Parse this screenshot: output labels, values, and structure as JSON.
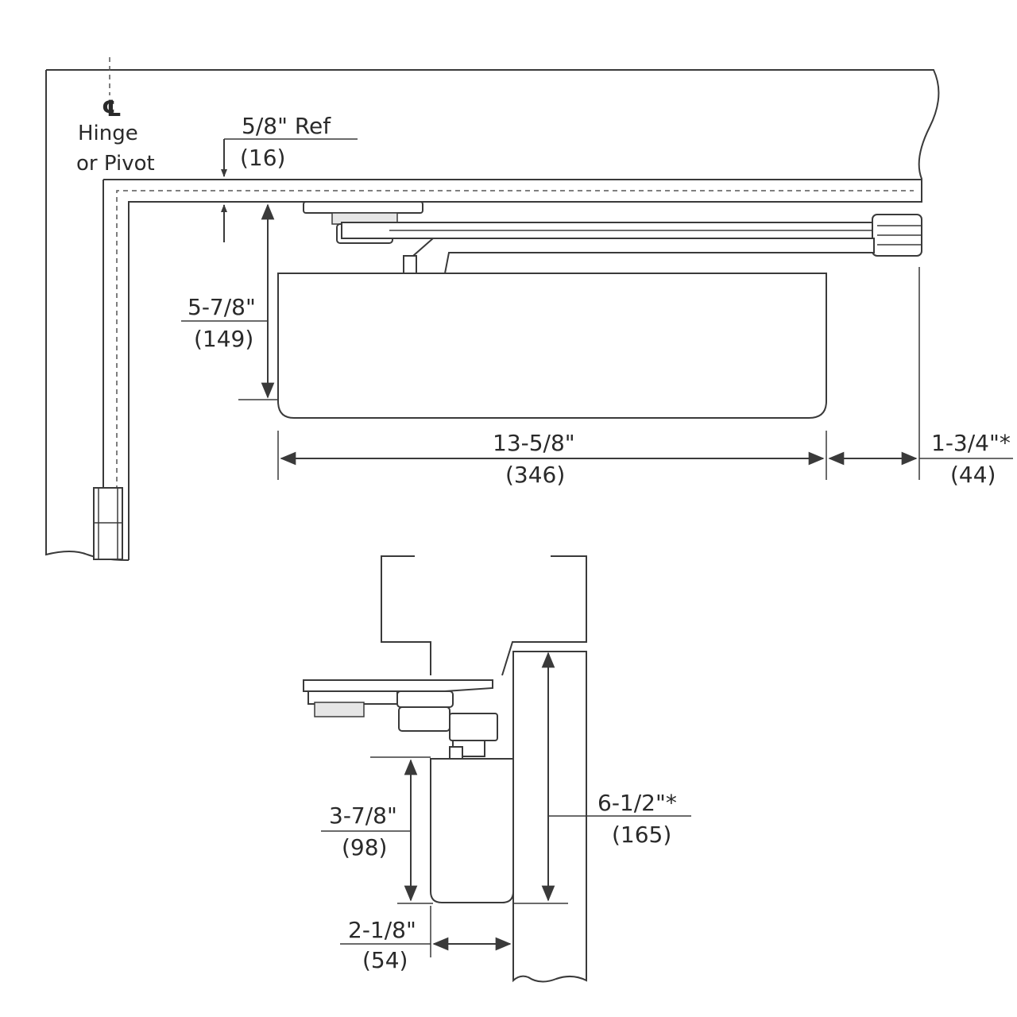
{
  "top_view": {
    "centerline_symbol": "℄",
    "hinge_label_line1": "Hinge",
    "hinge_label_line2": "or Pivot",
    "dims": {
      "ref_imperial": "5/8\"  Ref",
      "ref_metric": "(16)",
      "height_imperial": "5-7/8\"",
      "height_metric": "(149)",
      "length_imperial": "13-5/8\"",
      "length_metric": "(346)",
      "offset_imperial": "1-3/4\"*",
      "offset_metric": "(44)"
    }
  },
  "side_view": {
    "dims": {
      "body_depth_imperial": "3-7/8\"",
      "body_depth_metric": "(98)",
      "projection_imperial": "6-1/2\"*",
      "projection_metric": "(165)",
      "stand_off_imperial": "2-1/8\"",
      "stand_off_metric": "(54)"
    }
  },
  "colors": {
    "line": "#3a3a3a",
    "text": "#2a2a2a",
    "background": "#ffffff"
  }
}
